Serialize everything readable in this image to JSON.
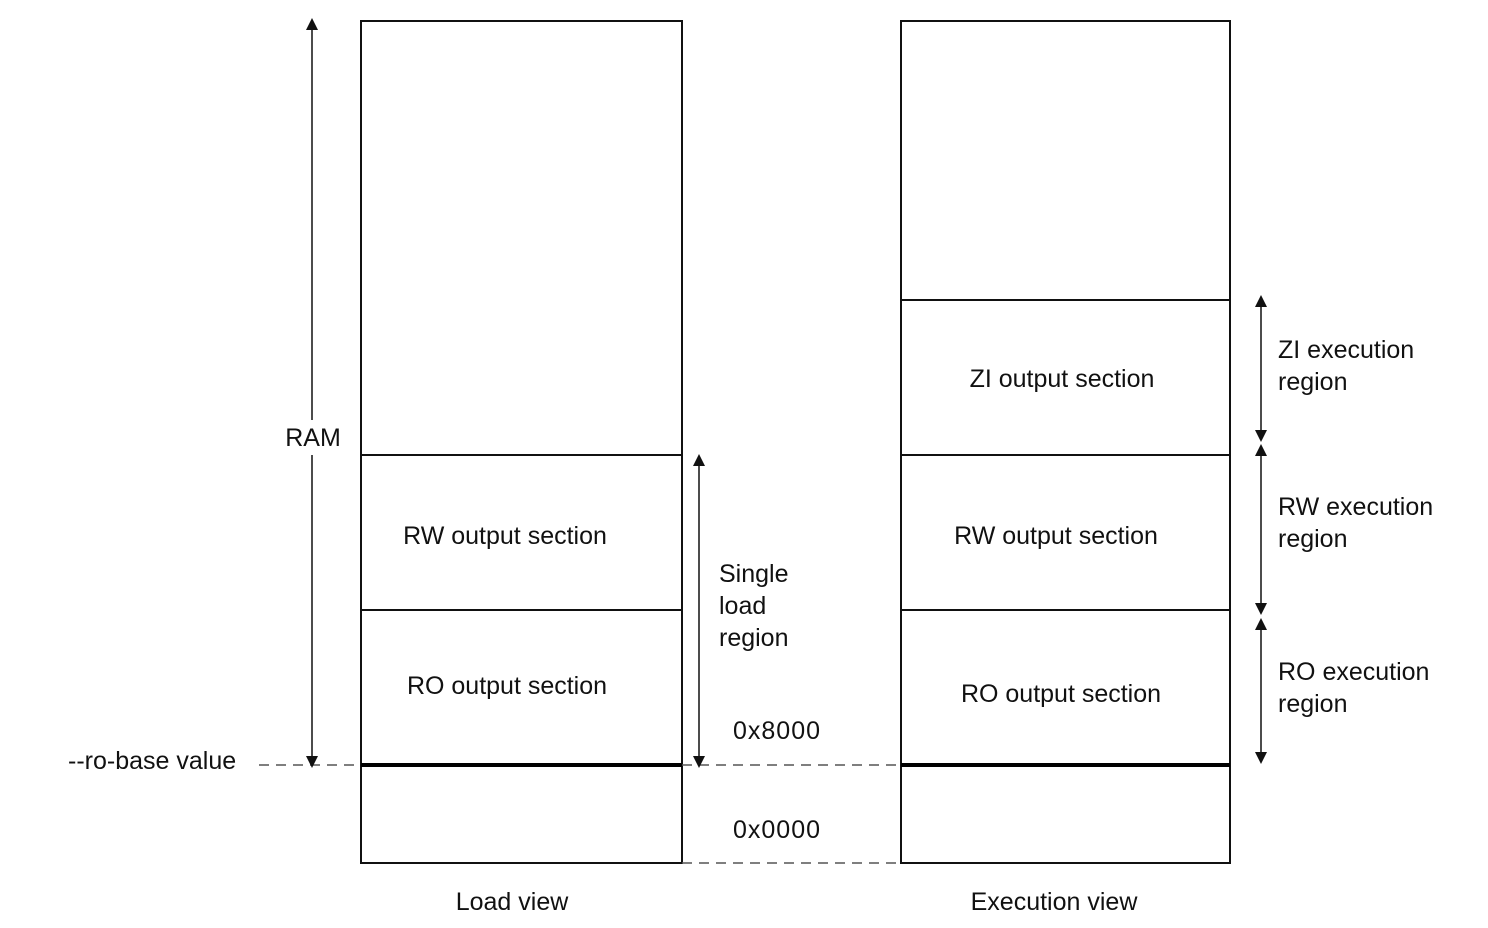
{
  "load_view": {
    "caption": "Load view",
    "rw_section": "RW output section",
    "ro_section": "RO output section"
  },
  "execution_view": {
    "caption": "Execution view",
    "zi_section": "ZI output section",
    "rw_section": "RW output section",
    "ro_section": "RO output section"
  },
  "labels": {
    "ram": "RAM",
    "ro_base": "--ro-base value",
    "single_load_region": [
      "Single",
      "load",
      "region"
    ],
    "addr_8000": "0x8000",
    "addr_0000": "0x0000",
    "zi_region": [
      "ZI execution",
      "region"
    ],
    "rw_region": [
      "RW execution",
      "region"
    ],
    "ro_region": [
      "RO execution",
      "region"
    ]
  }
}
